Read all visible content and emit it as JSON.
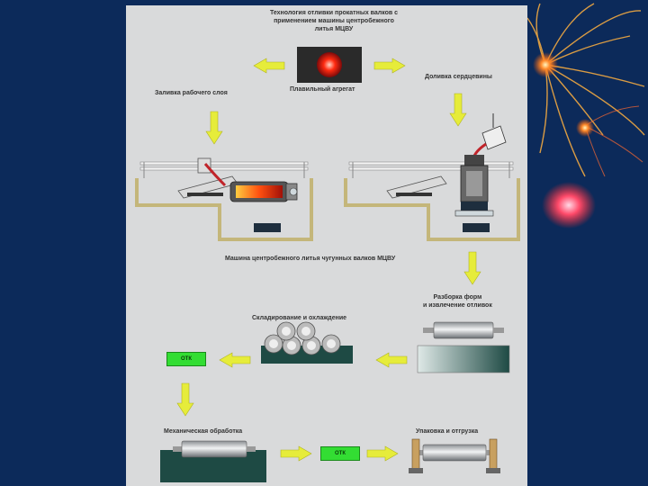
{
  "diagram": {
    "title_line1": "Технология отливки прокатных валков с",
    "title_line2": "применением машины центробежного",
    "title_line3": "литья МЦВУ",
    "furnace_label": "Плавильный агрегат",
    "pour_layer_label": "Заливка рабочего слоя",
    "top_core_label": "Доливка сердцевины",
    "machine_label": "Машина центробежного литья чугунных валков МЦВУ",
    "disassembly_line1": "Разборка форм",
    "disassembly_line2": "и извлечение отливок",
    "storage_label": "Складирование и охлаждение",
    "qc_label": "ОТК",
    "machining_label": "Механическая обработка",
    "packing_label": "Упаковка и отгрузка"
  },
  "colors": {
    "slide_background": "#0c2a5a",
    "panel": "#d9dadb",
    "arrow": "#e6ec3a",
    "qc_box": "#33dd33",
    "dark_teal": "#1e4a44"
  }
}
